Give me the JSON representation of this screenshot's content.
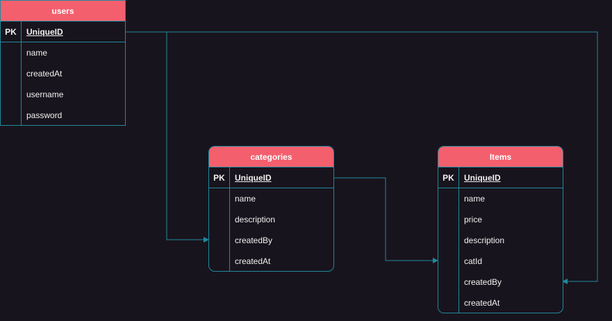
{
  "colors": {
    "background": "#18141d",
    "header": "#f45f6e",
    "border": "#1f8a9e",
    "connector": "#1f8a9e",
    "text": "#f0f0f0"
  },
  "entities": {
    "users": {
      "title": "users",
      "pk_label": "PK",
      "pk_field": "UniqueID",
      "fields": [
        "name",
        "createdAt",
        "username",
        "password"
      ]
    },
    "categories": {
      "title": "categories",
      "pk_label": "PK",
      "pk_field": "UniqueID",
      "fields": [
        "name",
        "description",
        "createdBy",
        "createdAt"
      ]
    },
    "items": {
      "title": "Items",
      "pk_label": "PK",
      "pk_field": "UniqueID",
      "fields": [
        "name",
        "price",
        "description",
        "catId",
        "createdBy",
        "createdAt"
      ]
    }
  },
  "relationships": [
    {
      "from": "users.UniqueID",
      "to": "categories.createdBy"
    },
    {
      "from": "users.UniqueID",
      "to": "items.createdBy"
    },
    {
      "from": "categories.UniqueID",
      "to": "items.catId"
    }
  ]
}
